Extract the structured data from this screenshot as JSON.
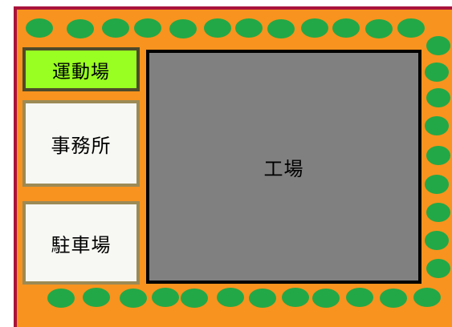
{
  "diagram": {
    "buildings": {
      "playground": "運動場",
      "office": "事務所",
      "parking": "駐車場",
      "factory": "工場"
    }
  },
  "colors": {
    "grounds": "#f7931e",
    "trees": "#23a847",
    "boundary": "#a8133c",
    "playground_fill": "#99ff22",
    "factory_fill": "#808080",
    "office_fill": "#f7f7f3"
  }
}
